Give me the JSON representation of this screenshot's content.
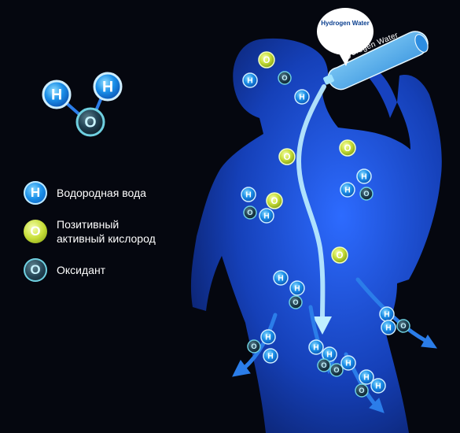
{
  "speech_bubble": {
    "text": "Hydrogen Water"
  },
  "bottle": {
    "label": "Hydrogen Water"
  },
  "molecule_diagram": {
    "atoms": [
      "H",
      "H",
      "O"
    ]
  },
  "legend": [
    {
      "symbol": "H",
      "kind": "hydrogen",
      "label": "Водородная вода"
    },
    {
      "symbol": "O",
      "kind": "positive-oxygen",
      "label_line1": "Позитивный",
      "label_line2": "активный кислород"
    },
    {
      "symbol": "O",
      "kind": "oxidant",
      "label": "Оксидант"
    }
  ],
  "colors": {
    "background": "#05070f",
    "silhouette": "#1640b8",
    "hydrogen": "#1a8fe8",
    "positive_oxygen": "#c8df3a",
    "oxidant": "#234455",
    "flow_arrow": "#bfefff"
  }
}
